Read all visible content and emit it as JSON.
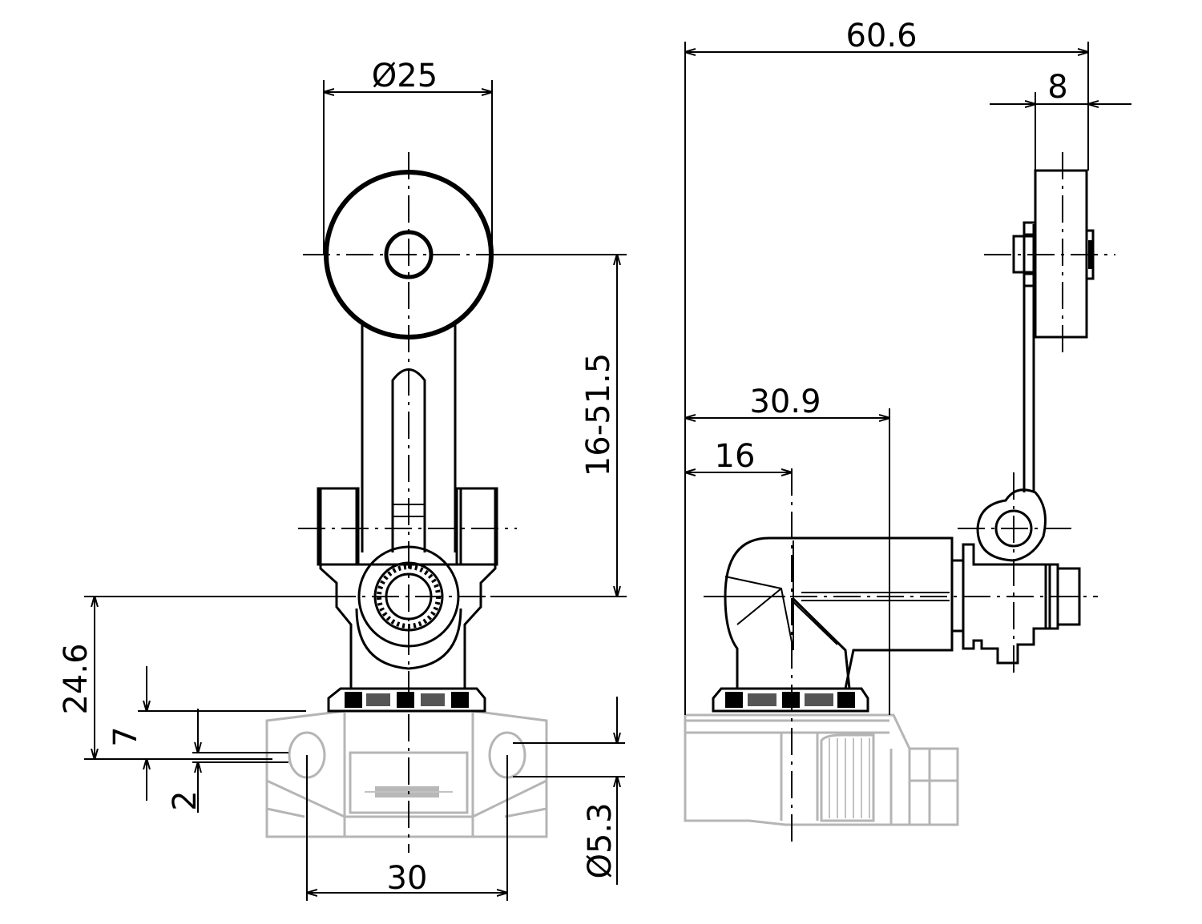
{
  "front_view": {
    "dim_roller_diameter": "Ø25",
    "dim_lever_range": "16-51.5",
    "dim_height": "24.6",
    "dim_slot_7": "7",
    "dim_slot_2": "2",
    "dim_hole_spacing": "30",
    "dim_hole_diameter": "Ø5.3"
  },
  "side_view": {
    "dim_overall": "60.6",
    "dim_roller_width": "8",
    "dim_head_depth": "30.9",
    "dim_shaft_offset": "16"
  }
}
